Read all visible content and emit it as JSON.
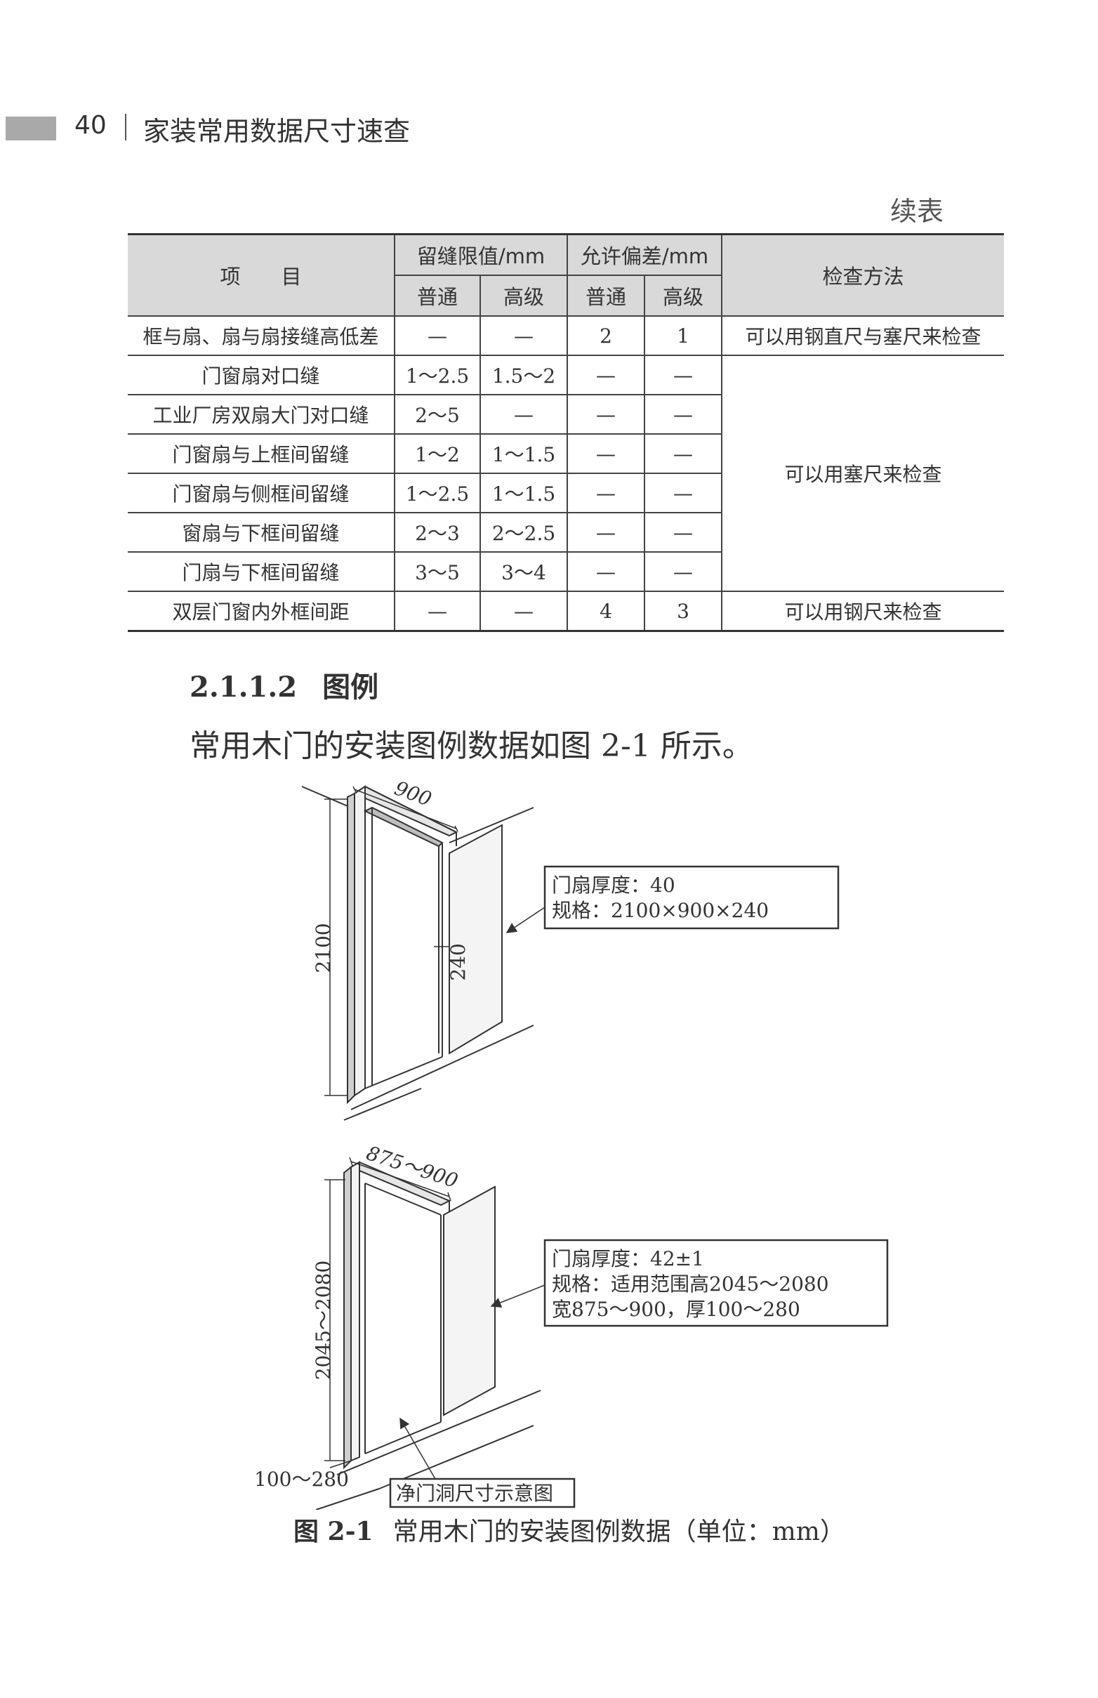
{
  "header": {
    "page_number": "40",
    "book_title": "家装常用数据尺寸速查"
  },
  "continued_label": "续表",
  "table": {
    "col_item": "项　　目",
    "col_gap_limit": "留缝限值/mm",
    "col_tolerance": "允许偏差/mm",
    "col_method": "检查方法",
    "sub_normal": "普通",
    "sub_premium": "高级",
    "rows": [
      {
        "item": "框与扇、扇与扇接缝高低差",
        "gap_normal": "—",
        "gap_premium": "—",
        "tol_normal": "2",
        "tol_premium": "1",
        "method": "可以用钢直尺与塞尺来检查"
      },
      {
        "item": "门窗扇对口缝",
        "gap_normal": "1～2.5",
        "gap_premium": "1.5～2",
        "tol_normal": "—",
        "tol_premium": "—",
        "method": "可以用塞尺来检查"
      },
      {
        "item": "工业厂房双扇大门对口缝",
        "gap_normal": "2～5",
        "gap_premium": "—",
        "tol_normal": "—",
        "tol_premium": "—"
      },
      {
        "item": "门窗扇与上框间留缝",
        "gap_normal": "1～2",
        "gap_premium": "1～1.5",
        "tol_normal": "—",
        "tol_premium": "—"
      },
      {
        "item": "门窗扇与侧框间留缝",
        "gap_normal": "1～2.5",
        "gap_premium": "1～1.5",
        "tol_normal": "—",
        "tol_premium": "—"
      },
      {
        "item": "窗扇与下框间留缝",
        "gap_normal": "2～3",
        "gap_premium": "2～2.5",
        "tol_normal": "—",
        "tol_premium": "—"
      },
      {
        "item": "门扇与下框间留缝",
        "gap_normal": "3～5",
        "gap_premium": "3～4",
        "tol_normal": "—",
        "tol_premium": "—"
      },
      {
        "item": "双层门窗内外框间距",
        "gap_normal": "—",
        "gap_premium": "—",
        "tol_normal": "4",
        "tol_premium": "3",
        "method": "可以用钢尺来检查"
      }
    ]
  },
  "section": {
    "number": "2.1.1.2",
    "title": "图例",
    "body": "常用木门的安装图例数据如图 2-1 所示。"
  },
  "figure": {
    "door1": {
      "width_dim": "900",
      "height_dim": "2100",
      "depth_dim": "240",
      "note_line1": "门扇厚度：40",
      "note_line2": "规格：2100×900×240"
    },
    "door2": {
      "width_dim": "875～900",
      "height_dim": "2045～2080",
      "depth_dim": "100～280",
      "note_line1": "门扇厚度：42±1",
      "note_line2": "规格：适用范围高2045～2080",
      "note_line3": "宽875～900，厚100～280",
      "opening_label": "净门洞尺寸示意图"
    },
    "caption_number": "图 2-1",
    "caption_text": "常用木门的安装图例数据（单位：mm）"
  }
}
